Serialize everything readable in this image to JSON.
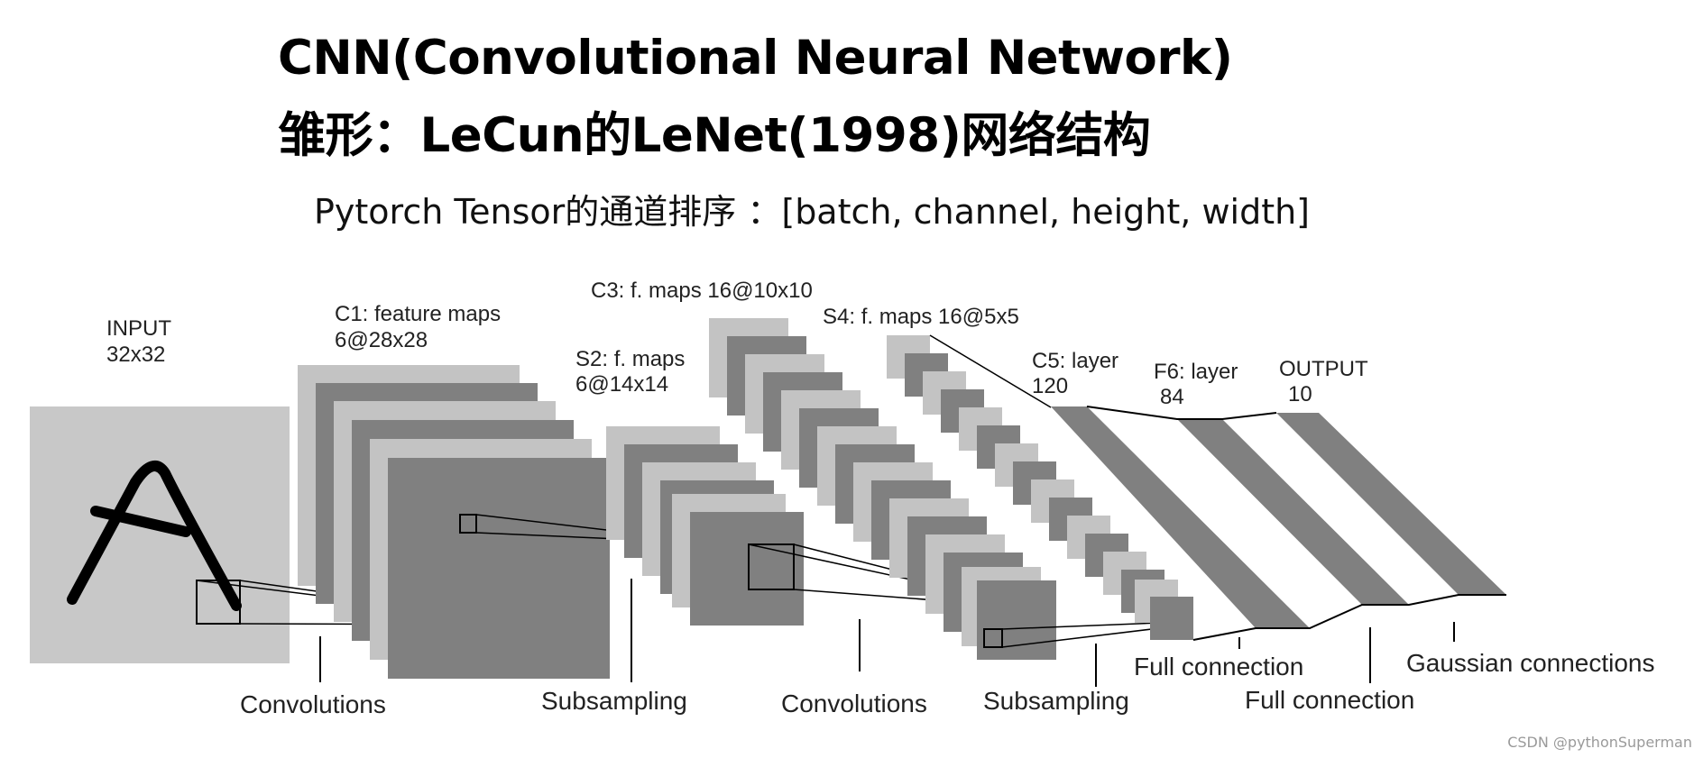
{
  "title": {
    "line1": "CNN(Convolutional Neural Network)",
    "line2": "雏形：LeCun的LeNet(1998)网络结构"
  },
  "subtitle": "Pytorch Tensor的通道排序 ：[batch, channel, height, width]",
  "layers": {
    "input": {
      "name": "INPUT",
      "size": "32x32"
    },
    "c1": {
      "name": "C1: feature maps",
      "size": "6@28x28"
    },
    "s2": {
      "name": "S2: f. maps",
      "size": "6@14x14"
    },
    "c3": {
      "name": "C3: f. maps 16@10x10"
    },
    "s4": {
      "name": "S4: f. maps 16@5x5"
    },
    "c5": {
      "name": "C5: layer",
      "size": "120"
    },
    "f6": {
      "name": "F6: layer",
      "size": "84"
    },
    "output": {
      "name": "OUTPUT",
      "size": "10"
    }
  },
  "operations": {
    "conv1": "Convolutions",
    "sub1": "Subsampling",
    "conv2": "Convolutions",
    "sub2": "Subsampling",
    "full1": "Full connection",
    "full2": "Full connection",
    "gauss": "Gaussian connections"
  },
  "colors": {
    "light_gray": "#c3c3c3",
    "dark_gray": "#808080",
    "input_bg": "#c8c8c8"
  },
  "watermark": "CSDN @pythonSuperman"
}
